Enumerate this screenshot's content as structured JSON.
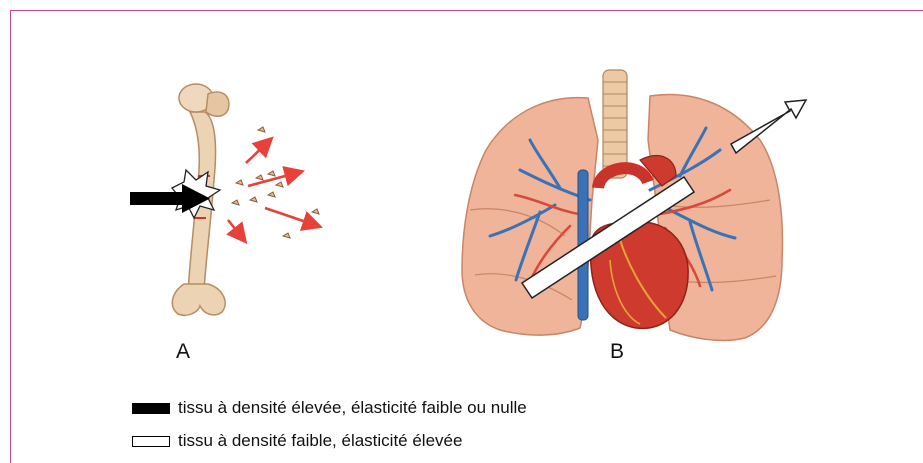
{
  "panels": {
    "a_label": "A",
    "b_label": "B"
  },
  "legend": {
    "dense_text": "tissu à densité élevée, élasticité faible ou nulle",
    "light_text": "tissu à densité faible, élasticité élevée"
  },
  "colors": {
    "frame": "#c24a8a",
    "shrapnel_arrows": "#e8413a",
    "bone": "#e9c9a6",
    "lung": "#efb49a",
    "heart": "#cf3a2e",
    "vessels_blue": "#3a72b8"
  }
}
